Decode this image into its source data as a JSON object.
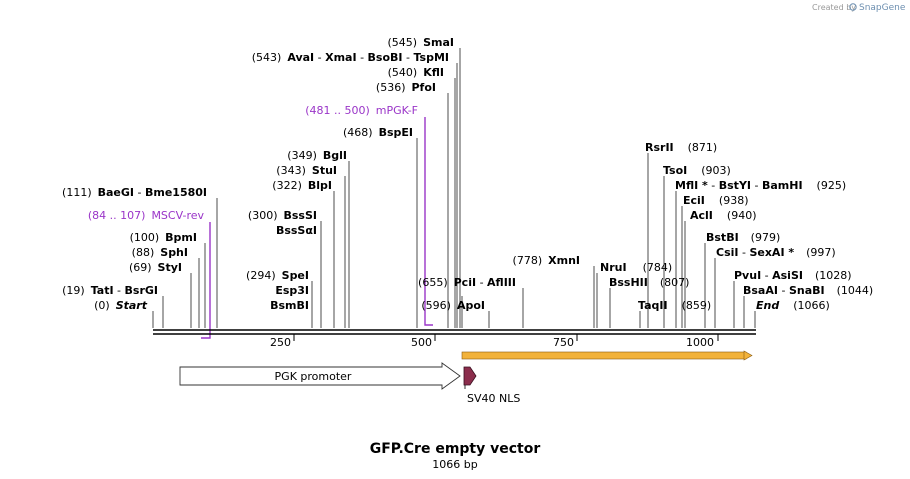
{
  "credit": {
    "prefix": "Created by",
    "brand": "SnapGene"
  },
  "map": {
    "title": "GFP.Cre empty vector",
    "length_label": "1066 bp",
    "ruler_ticks": [
      "250",
      "500",
      "750",
      "1000"
    ]
  },
  "sites": [
    {
      "id": "s543",
      "pos": "(543)",
      "names": [
        {
          "text": "AvaI"
        },
        {
          "sep": " - "
        },
        {
          "text": "XmaI"
        },
        {
          "sep": " - "
        },
        {
          "text": "BsoBI"
        },
        {
          "sep": " - "
        },
        {
          "text": "TspMI"
        }
      ]
    },
    {
      "id": "s545",
      "pos": "(545)",
      "names": [
        {
          "text": "SmaI"
        }
      ]
    },
    {
      "id": "s540",
      "pos": "(540)",
      "names": [
        {
          "text": "KflI"
        }
      ]
    },
    {
      "id": "s536",
      "pos": "(536)",
      "names": [
        {
          "text": "PfoI"
        }
      ]
    },
    {
      "id": "s468",
      "pos": "(468)",
      "names": [
        {
          "text": "BspEI"
        }
      ]
    },
    {
      "id": "s349",
      "pos": "(349)",
      "names": [
        {
          "text": "BglI"
        }
      ]
    },
    {
      "id": "s343",
      "pos": "(343)",
      "names": [
        {
          "text": "StuI"
        }
      ]
    },
    {
      "id": "s322",
      "pos": "(322)",
      "names": [
        {
          "text": "BlpI"
        }
      ]
    },
    {
      "id": "s111",
      "pos": "(111)",
      "names": [
        {
          "text": "BaeGI"
        },
        {
          "sep": " - "
        },
        {
          "text": "Bme1580I"
        }
      ]
    },
    {
      "id": "s300",
      "pos": "(300)",
      "names": [
        {
          "text": "BssSI"
        }
      ]
    },
    {
      "id": "s300b",
      "pos": "",
      "names": [
        {
          "text": "BssSαI"
        }
      ]
    },
    {
      "id": "s100",
      "pos": "(100)",
      "names": [
        {
          "text": "BpmI"
        }
      ]
    },
    {
      "id": "s88",
      "pos": "(88)",
      "names": [
        {
          "text": "SphI"
        }
      ]
    },
    {
      "id": "s69",
      "pos": "(69)",
      "names": [
        {
          "text": "StyI"
        }
      ]
    },
    {
      "id": "s294",
      "pos": "(294)",
      "names": [
        {
          "text": "SpeI"
        }
      ]
    },
    {
      "id": "s294b",
      "pos": "",
      "names": [
        {
          "text": "Esp3I"
        }
      ]
    },
    {
      "id": "s294c",
      "pos": "",
      "names": [
        {
          "text": "BsmBI"
        }
      ]
    },
    {
      "id": "s19",
      "pos": "(19)",
      "names": [
        {
          "text": "TatI"
        },
        {
          "sep": " - "
        },
        {
          "text": "BsrGI"
        }
      ]
    },
    {
      "id": "s0",
      "pos": "(0)",
      "names": [
        {
          "text": "Start",
          "italic": true
        }
      ]
    },
    {
      "id": "s655",
      "pos": "(655)",
      "names": [
        {
          "text": "PciI"
        },
        {
          "sep": " - "
        },
        {
          "text": "AflIII"
        }
      ]
    },
    {
      "id": "s596",
      "pos": "(596)",
      "names": [
        {
          "text": "ApoI"
        }
      ]
    },
    {
      "id": "s778",
      "pos": "(778)",
      "names": [
        {
          "text": "XmnI"
        }
      ]
    },
    {
      "id": "s784",
      "pos": "(784)",
      "names": [
        {
          "text": "NruI"
        }
      ],
      "pos_after": true
    },
    {
      "id": "s807",
      "pos": "(807)",
      "names": [
        {
          "text": "BssHII"
        }
      ],
      "pos_after": true
    },
    {
      "id": "s859",
      "pos": "(859)",
      "names": [
        {
          "text": "TaqII"
        }
      ],
      "pos_after": true
    },
    {
      "id": "s871",
      "pos": "(871)",
      "names": [
        {
          "text": "RsrII"
        }
      ],
      "pos_after": true
    },
    {
      "id": "s903",
      "pos": "(903)",
      "names": [
        {
          "text": "TsoI"
        }
      ],
      "pos_after": true
    },
    {
      "id": "s925",
      "pos": "(925)",
      "names": [
        {
          "text": "MflI *"
        },
        {
          "sep": " - "
        },
        {
          "text": "BstYI"
        },
        {
          "sep": " - "
        },
        {
          "text": "BamHI"
        }
      ],
      "pos_after": true
    },
    {
      "id": "s938",
      "pos": "(938)",
      "names": [
        {
          "text": "EciI"
        }
      ],
      "pos_after": true
    },
    {
      "id": "s940",
      "pos": "(940)",
      "names": [
        {
          "text": "AclI"
        }
      ],
      "pos_after": true
    },
    {
      "id": "s979",
      "pos": "(979)",
      "names": [
        {
          "text": "BstBI"
        }
      ],
      "pos_after": true
    },
    {
      "id": "s997",
      "pos": "(997)",
      "names": [
        {
          "text": "CsiI"
        },
        {
          "sep": " - "
        },
        {
          "text": "SexAI *"
        }
      ],
      "pos_after": true
    },
    {
      "id": "s1028",
      "pos": "(1028)",
      "names": [
        {
          "text": "PvuI"
        },
        {
          "sep": " - "
        },
        {
          "text": "AsiSI"
        }
      ],
      "pos_after": true
    },
    {
      "id": "s1044",
      "pos": "(1044)",
      "names": [
        {
          "text": "BsaAI"
        },
        {
          "sep": " - "
        },
        {
          "text": "SnaBI"
        }
      ],
      "pos_after": true
    },
    {
      "id": "s1066",
      "pos": "(1066)",
      "names": [
        {
          "text": "End",
          "italic": true
        }
      ],
      "pos_after": true
    }
  ],
  "primers": [
    {
      "id": "mpgk",
      "range": "(481 .. 500)",
      "name": "mPGK-F",
      "color": "#9a35c8"
    },
    {
      "id": "mscv",
      "range": "(84 .. 107)",
      "name": "MSCV-rev",
      "color": "#9a35c8"
    }
  ],
  "features": [
    {
      "id": "pgk",
      "name": "PGK promoter",
      "color": "#ffffff"
    },
    {
      "id": "nls",
      "name": "SV40 NLS",
      "color": "#8b2d4c"
    },
    {
      "id": "orf",
      "name": "",
      "color": "#f2b23a"
    }
  ]
}
